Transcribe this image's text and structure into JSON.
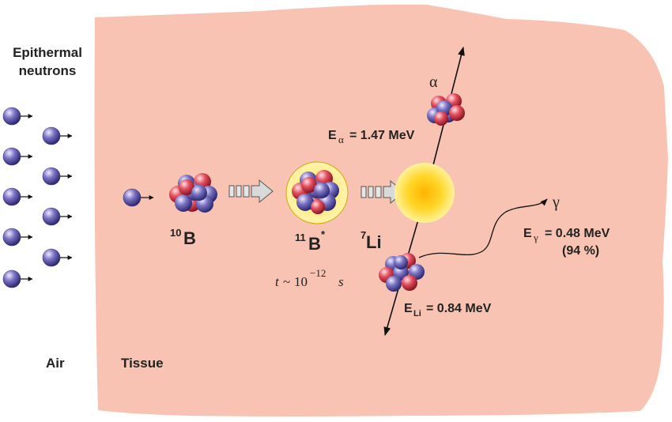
{
  "labels": {
    "epithermal_line1": "Epithermal",
    "epithermal_line2": "neutrons",
    "air": "Air",
    "tissue": "Tissue"
  },
  "nuclei": {
    "b10_mass": "10",
    "b10_symbol": "B",
    "b11_mass": "11",
    "b11_symbol": "B",
    "b11_excited": "*",
    "li7_mass": "7",
    "li7_symbol": "Li"
  },
  "lifetime": {
    "t": "t",
    "approx": "~",
    "base": "10",
    "exponent": "−12",
    "unit": "s"
  },
  "alpha": {
    "symbol": "α",
    "energy_E": "E",
    "energy_sub": "α",
    "energy_value": "= 1.47 MeV"
  },
  "lithium": {
    "energy_E": "E",
    "energy_sub": "Li",
    "energy_value": "= 0.84 MeV"
  },
  "gamma": {
    "symbol": "γ",
    "energy_E": "E",
    "energy_sub": "γ",
    "energy_value": "= 0.48 MeV",
    "branching": "(94 %)"
  },
  "colors": {
    "tissue": "#f8c3b3",
    "neutron": "#6a62b0",
    "proton": "#e0485a",
    "flash": "#ffd21a",
    "glow": "#fff0a0"
  }
}
